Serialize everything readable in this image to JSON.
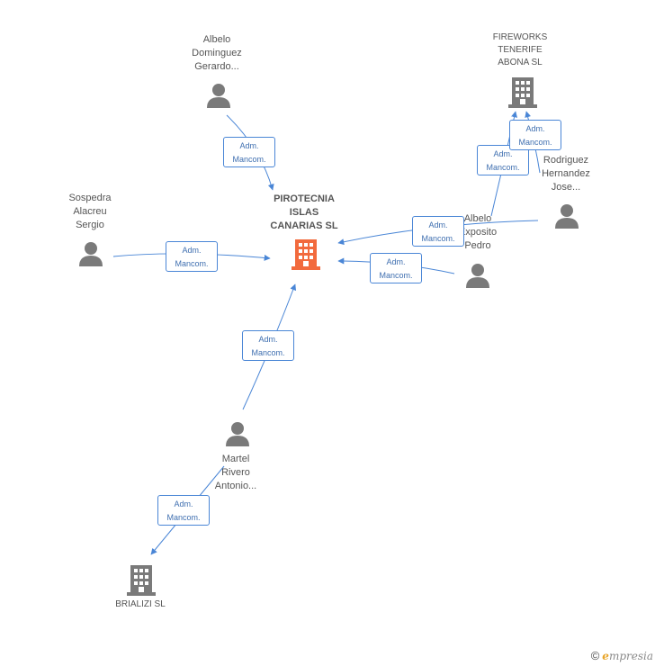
{
  "nodes": {
    "main": {
      "label": "PIROTECNIA\nISLAS\nCANARIAS SL",
      "color": "#f26a3d"
    },
    "albelo_dominguez": {
      "label": "Albelo\nDominguez\nGerardo..."
    },
    "fireworks_tenerife": {
      "label": "FIREWORKS\nTENERIFE\nABONA SL"
    },
    "rodriguez_hernandez": {
      "label": "Rodriguez\nHernandez\nJose..."
    },
    "sospedra_alacreu": {
      "label": "Sospedra\nAlacreu\nSergio"
    },
    "albelo_exposito": {
      "label": "Albelo\nExposito\nPedro"
    },
    "martel_rivero": {
      "label": "Martel\nRivero\nAntonio..."
    },
    "brializi": {
      "label": "BRIALIZI SL"
    }
  },
  "edges": {
    "albelo_dominguez_main": "Adm.\nMancom.",
    "sospedra_main": "Adm.\nMancom.",
    "martel_main": "Adm.\nMancom.",
    "martel_brializi": "Adm.\nMancom.",
    "rodriguez_main": "Adm.\nMancom.",
    "exposito_main": "Adm.\nMancom.",
    "exposito_fireworks": "Adm.\nMancom.",
    "rodriguez_fireworks": "Adm.\nMancom."
  },
  "colors": {
    "edge": "#4a86d6",
    "person": "#7a7a7a",
    "company": "#7a7a7a"
  },
  "footer": {
    "copyright": "©",
    "brand_e": "e",
    "brand_rest": "mpresia"
  }
}
